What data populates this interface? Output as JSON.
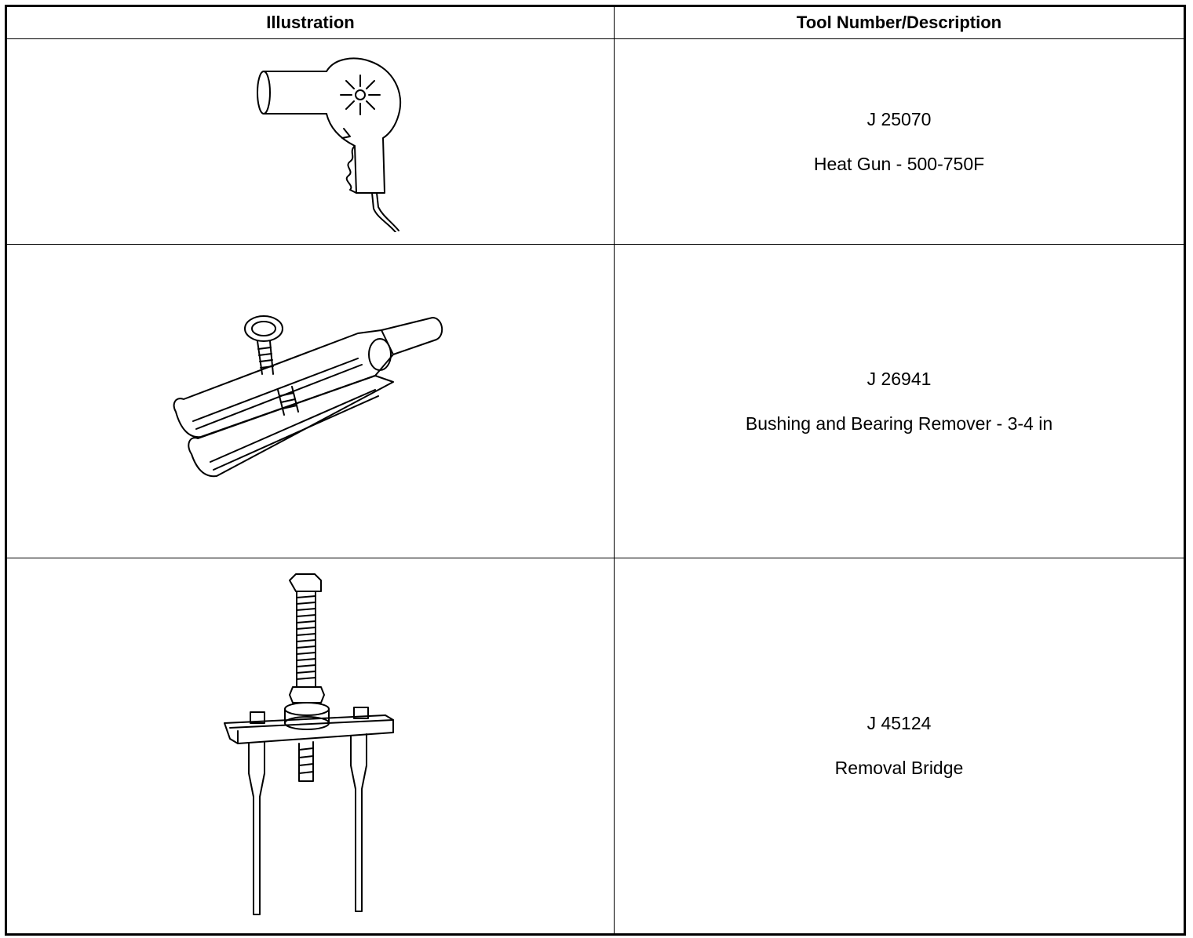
{
  "table": {
    "headers": [
      "Illustration",
      "Tool Number/Description"
    ],
    "rows": [
      {
        "tool_number": "J 25070",
        "description": "Heat Gun - 500-750F",
        "icon": "heat-gun-icon"
      },
      {
        "tool_number": "J 26941",
        "description": "Bushing and Bearing Remover - 3-4 in",
        "icon": "bushing-bearing-remover-icon"
      },
      {
        "tool_number": "J 45124",
        "description": "Removal Bridge",
        "icon": "removal-bridge-icon"
      }
    ]
  }
}
